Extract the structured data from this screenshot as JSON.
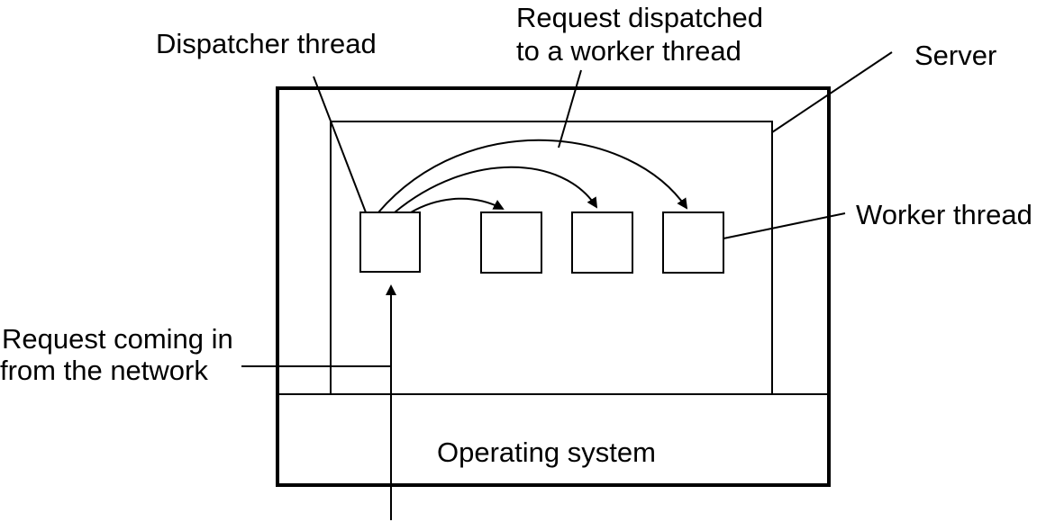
{
  "labels": {
    "dispatcher_thread": "Dispatcher thread",
    "request_dispatched_line1": "Request dispatched",
    "request_dispatched_line2": "to a worker thread",
    "server": "Server",
    "worker_thread": "Worker thread",
    "request_incoming_line1": "Request coming in",
    "request_incoming_line2": "from the network",
    "operating_system": "Operating system"
  },
  "colors": {
    "stroke": "#000000",
    "background": "#ffffff"
  }
}
